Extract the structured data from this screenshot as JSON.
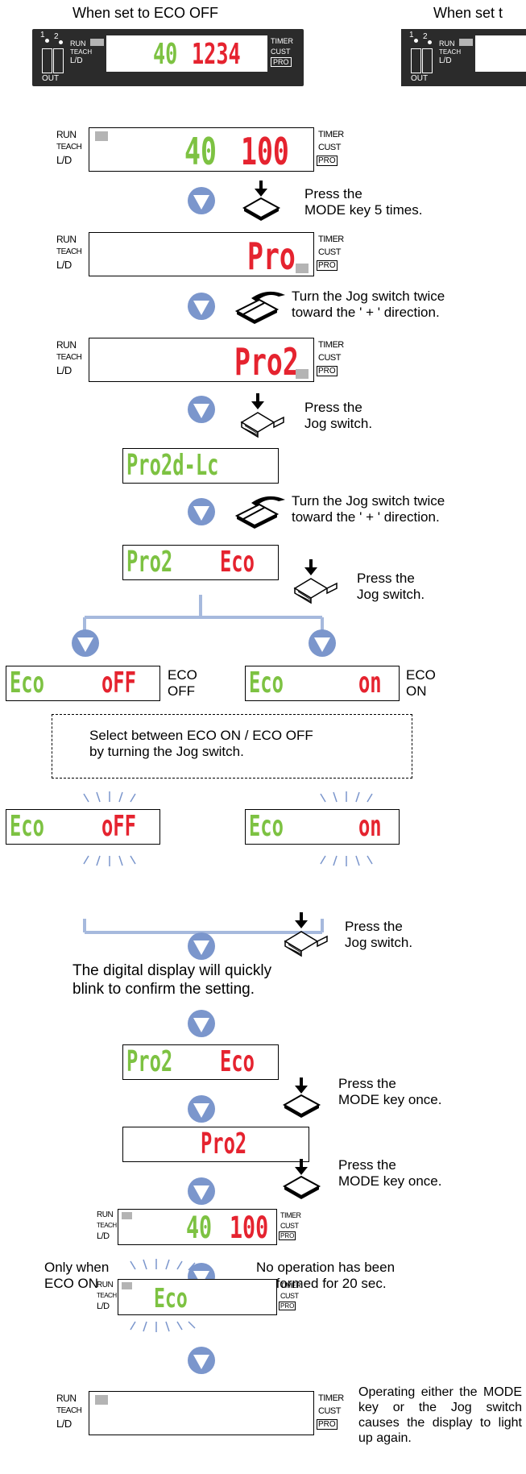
{
  "headers": {
    "eco_off": "When set to ECO OFF",
    "eco_on": "When set t"
  },
  "colors": {
    "green": "#7dc242",
    "red": "#e5232f",
    "blue_arrow": "#7b96cc",
    "line_blue": "#a6b9dd",
    "indicator": "#b4b4b4"
  },
  "device_top_left": {
    "run": "RUN",
    "teach": "TEACH",
    "ld": "L/D",
    "timer": "TIMER",
    "cust": "CUST",
    "pro": "PRO",
    "out": "OUT",
    "out1": "1",
    "out2": "2",
    "green": "40",
    "red": "1234"
  },
  "device_top_right": {
    "run": "RUN",
    "teach": "TEACH",
    "ld": "L/D",
    "out": "OUT",
    "out1": "1",
    "out2": "2"
  },
  "panel_labels": {
    "run": "RUN",
    "teach": "TEACH",
    "ld": "L/D",
    "timer": "TIMER",
    "cust": "CUST",
    "pro": "PRO"
  },
  "displays": {
    "d1": {
      "green": "40",
      "red": "100"
    },
    "d2": {
      "red": "Pro"
    },
    "d3": {
      "red": "Pro2"
    },
    "d4": {
      "green": "Pro2d-Lc"
    },
    "d5": {
      "green": "Pro2",
      "red": "Eco"
    },
    "eco_off": {
      "green": "Eco",
      "red": "oFF",
      "label": "ECO\nOFF"
    },
    "eco_on": {
      "green": "Eco",
      "red": "on",
      "label": "ECO\nON"
    },
    "blink_off": {
      "green": "Eco",
      "red": "oFF"
    },
    "blink_on": {
      "green": "Eco",
      "red": "on"
    },
    "d8": {
      "green": "Pro2",
      "red": "Eco"
    },
    "d9": {
      "red": "Pro2"
    },
    "d10": {
      "green": "40",
      "red": "100"
    },
    "d11": {
      "green": "Eco"
    }
  },
  "steps": {
    "s1": "Press the\nMODE key 5 times.",
    "s2": "Turn the Jog switch twice\ntoward the ' + ' direction.",
    "s3": "Press the\nJog switch.",
    "s4": "Turn the Jog switch twice\ntoward the ' + ' direction.",
    "s5": "Press the\nJog switch.",
    "select_note": "Select between ECO ON / ECO OFF\nby turning the Jog switch.",
    "s6": "Press the\nJog switch.",
    "blink_note": "The digital display will quickly\nblink to confirm the setting.",
    "s7": "Press the\nMODE key once.",
    "s8": "Press the\nMODE key once.",
    "only_when": "Only when\nECO ON",
    "no_operation": "No operation has been\nperformed for 20 sec.",
    "final_note": "Operating either the MODE key or the Jog switch causes the display to light up again."
  }
}
